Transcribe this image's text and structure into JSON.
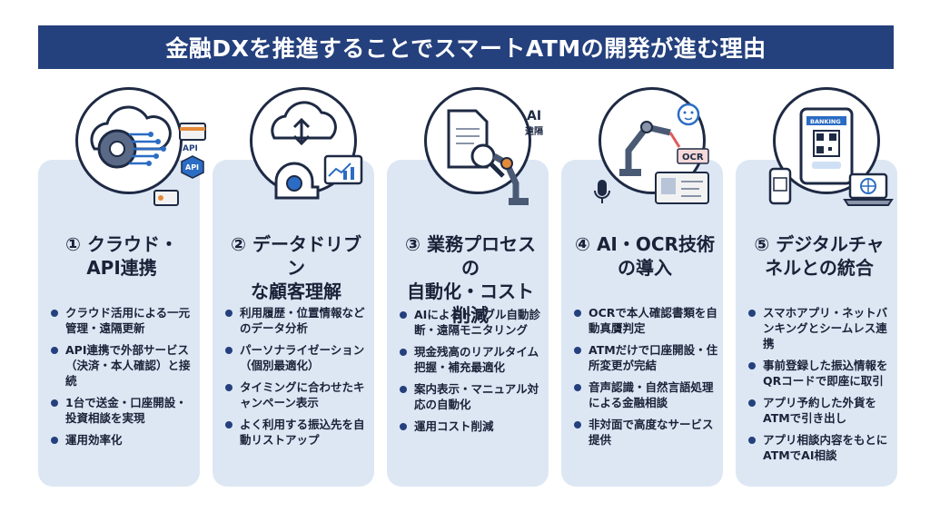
{
  "title": "金融DXを推進することでスマートATMの開発が進む理由",
  "colors": {
    "banner": "#24407d",
    "card": "#dde7f4",
    "bullet": "#24407d",
    "text": "#1a2238"
  },
  "cards": [
    {
      "number": "①",
      "title_line1": "① クラウド・",
      "title_line2": "API連携",
      "icon": "cloud-gear-api-icon",
      "icon_labels": [
        "API",
        "API"
      ],
      "bullets": [
        "クラウド活用による一元管理・遠隔更新",
        "API連携で外部サービス（決済・本人確認）と接続",
        "1台で送金・口座開設・投資相談を実現",
        "運用効率化"
      ]
    },
    {
      "number": "②",
      "title_line1": "② データドリブン",
      "title_line2": "な顧客理解",
      "icon": "cloud-data-analysis-icon",
      "bullets": [
        "利用履歴・位置情報などのデータ分析",
        "パーソナライゼーション（個別最適化）",
        "タイミングに合わせたキャンペーン表示",
        "よく利用する振込先を自動リストアップ"
      ]
    },
    {
      "number": "③",
      "title_line1": "③ 業務プロセスの",
      "title_line2": "自動化・コスト",
      "title_line3": "削減",
      "icon": "document-robot-arm-icon",
      "icon_labels": [
        "AI",
        "遠隔"
      ],
      "bullets": [
        "AIによるトラブル自動診断・遠隔モニタリング",
        "現金残高のリアルタイム把握・補充最適化",
        "案内表示・マニュアル対応の自動化",
        "運用コスト削減"
      ]
    },
    {
      "number": "④",
      "title_line1": "④ AI・OCR技術",
      "title_line2": "の導入",
      "icon": "robot-arm-id-card-icon",
      "icon_labels": [
        "OCR"
      ],
      "bullets": [
        "OCRで本人確認書類を自動真贋判定",
        "ATMだけで口座開設・住所変更が完結",
        "音声認識・自然言語処理による金融相談",
        "非対面で高度なサービス提供"
      ]
    },
    {
      "number": "⑤",
      "title_line1": "⑤ デジタルチャ",
      "title_line2": "ネルとの統合",
      "icon": "smartphone-qr-laptop-icon",
      "icon_labels": [
        "BANKING"
      ],
      "bullets": [
        "スマホアプリ・ネットバンキングとシームレス連携",
        "事前登録した振込情報をQRコードで即座に取引",
        "アプリ予約した外貨をATMで引き出し",
        "アプリ相談内容をもとにATMでAI相談"
      ]
    }
  ]
}
